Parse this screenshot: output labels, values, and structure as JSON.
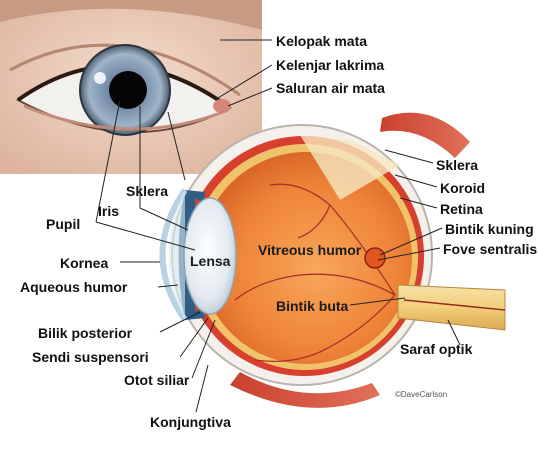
{
  "labels": {
    "kelopak_mata": "Kelopak mata",
    "kelenjar_lakrima": "Kelenjar lakrima",
    "saluran_air_mata": "Saluran air mata",
    "sklera_left": "Sklera",
    "sklera_right": "Sklera",
    "koroid": "Koroid",
    "retina": "Retina",
    "bintik_kuning": "Bintik kuning",
    "fove_sentralis": "Fove sentralis",
    "pupil": "Pupil",
    "iris": "Iris",
    "kornea": "Kornea",
    "aqueous_humor": "Aqueous humor",
    "lensa": "Lensa",
    "vitreous_humor": "Vitreous humor",
    "bintik_buta": "Bintik buta",
    "bilik_posterior": "Bilik posterior",
    "sendi_suspensori": "Sendi suspensori",
    "otot_siliar": "Otot siliar",
    "saraf_optik": "Saraf optik",
    "konjungtiva": "Konjungtiva"
  },
  "credit": "©DaveCarlson"
}
